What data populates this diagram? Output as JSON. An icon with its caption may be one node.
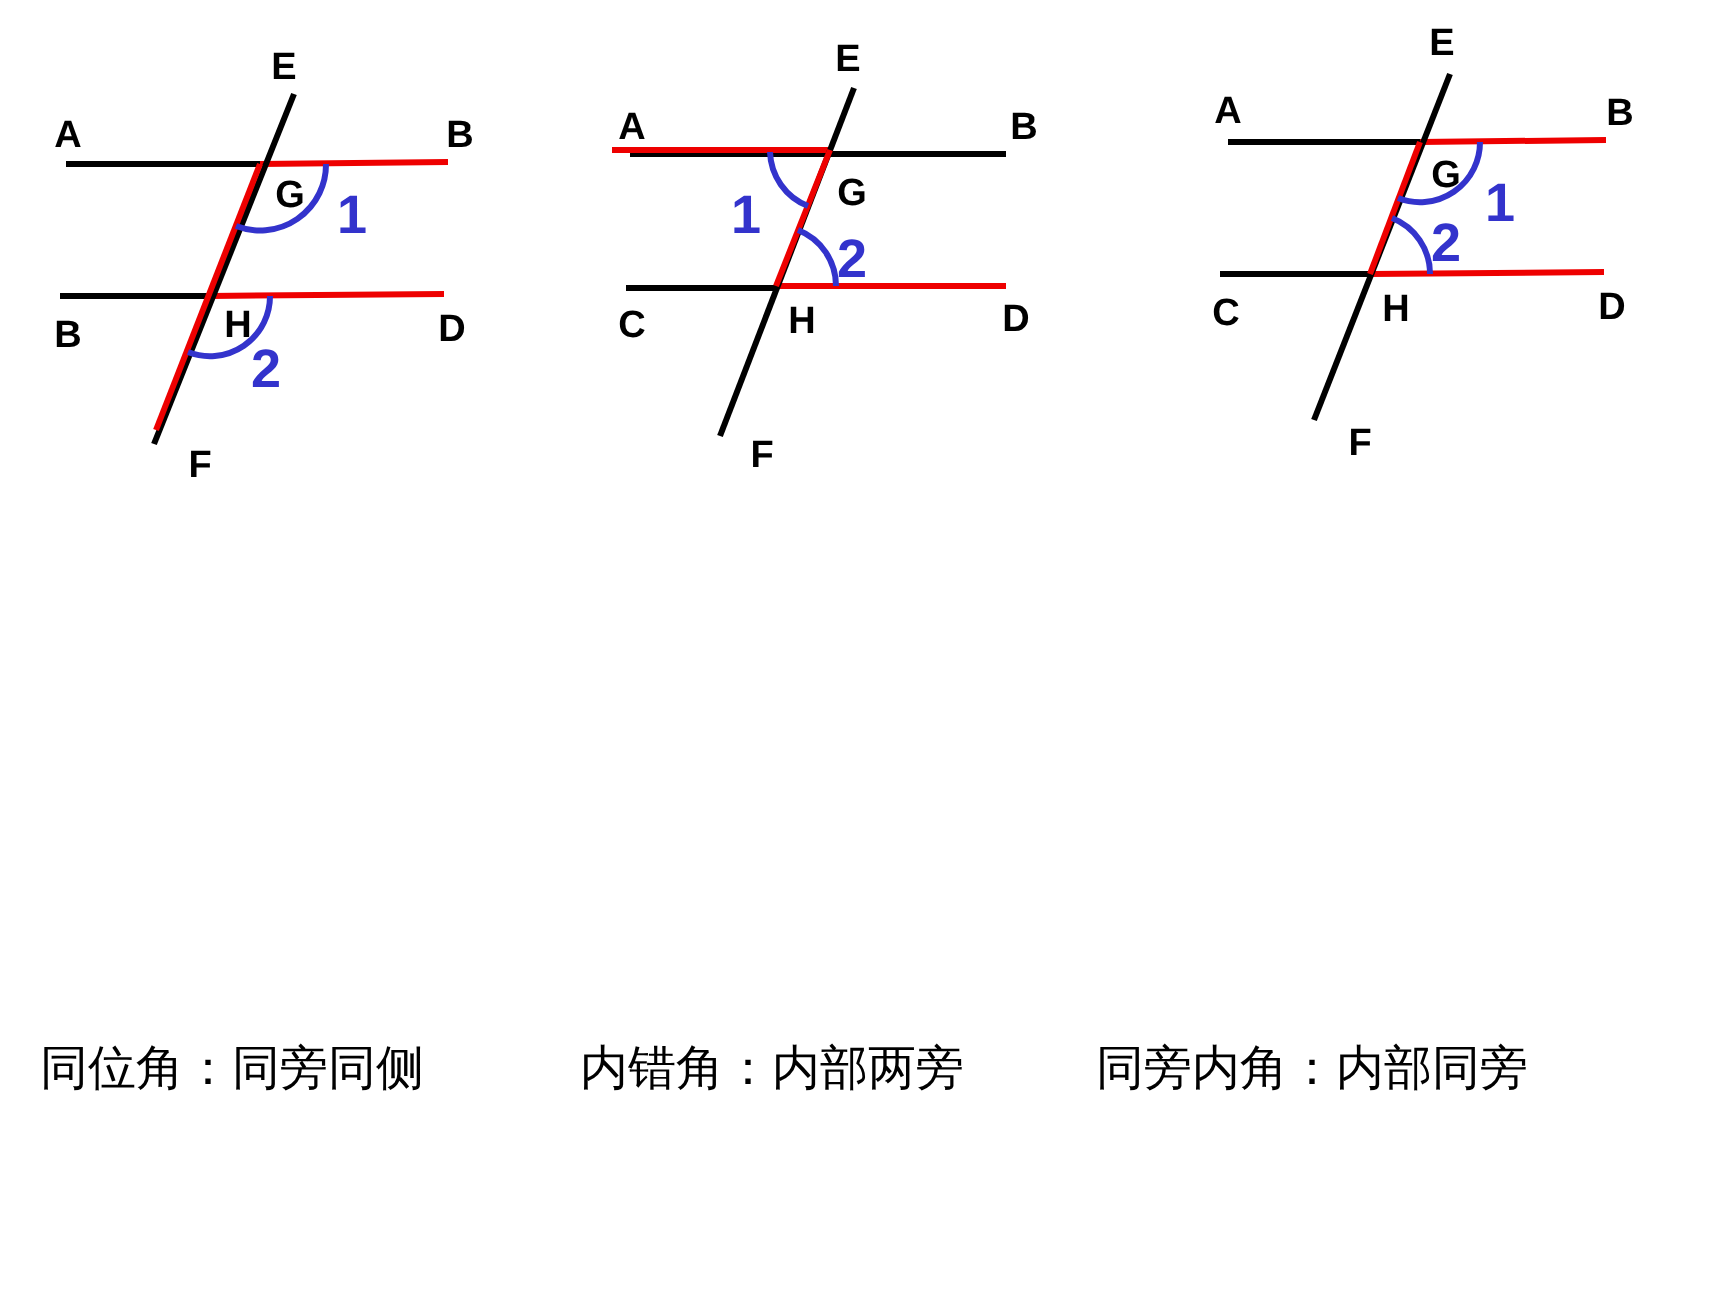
{
  "diagram": {
    "labels": [
      "E",
      "A",
      "B",
      "G",
      "1",
      "B",
      "H",
      "D",
      "2",
      "F",
      "E",
      "A",
      "B",
      "1",
      "G",
      "2",
      "C",
      "H",
      "D",
      "F",
      "E",
      "A",
      "B",
      "G",
      "1",
      "2",
      "C",
      "H",
      "D",
      "F",
      "同位角：同旁同侧",
      "内错角：内部两旁",
      "同旁内角：内部同旁"
    ]
  }
}
